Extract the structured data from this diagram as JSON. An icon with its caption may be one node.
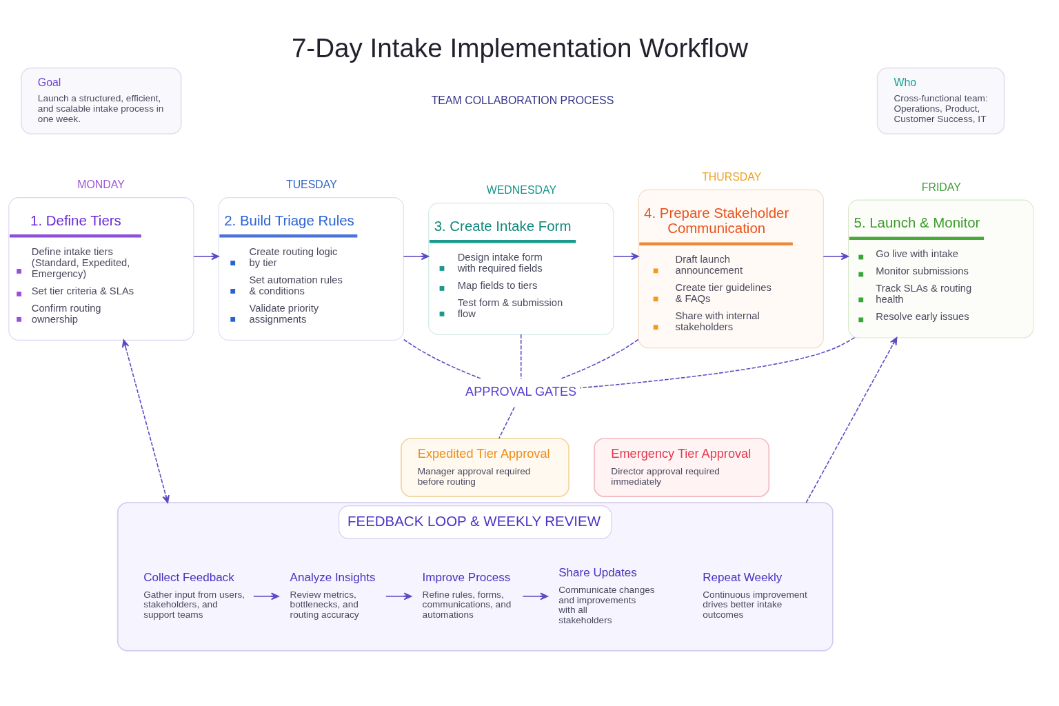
{
  "diagram": {
    "title": "7-Day Intake Implementation Workflow",
    "nodes": [
      {
        "text": [
          "Goal",
          "Launch a structured, efficient, and scalable intake process in one week."
        ]
      },
      {
        "text": [
          "Who",
          "Cross-functional team: Operations, Product, Customer Success, IT"
        ]
      },
      {
        "text": [
          "MONDAY",
          "1. Define Tiers",
          "Define intake tiers (Standard, Expedited, Emergency)",
          "Set tier criteria & SLAs",
          "Confirm routing ownership"
        ]
      },
      {
        "text": [
          "TUESDAY",
          "2. Build Triage Rules",
          "Create routing logic by tier",
          "Set automation rules & conditions",
          "Validate priority assignments"
        ]
      },
      {
        "text": [
          "WEDNESDAY",
          "3. Create Intake Form",
          "Design intake form with required fields",
          "Map fields to tiers",
          "Test form & submission flow"
        ]
      },
      {
        "text": [
          "THURSDAY",
          "4. Prepare Stakeholder Communication",
          "Draft launch announcement",
          "Create tier guidelines & FAQs",
          "Share with internal stakeholders"
        ]
      },
      {
        "text": [
          "FRIDAY",
          "5. Launch & Monitor",
          "Go live with intake",
          "Monitor submissions",
          "Track SLAs & routing health",
          "Resolve early issues"
        ]
      },
      {
        "text": [
          "APPROVAL GATES"
        ]
      },
      {
        "text": [
          "Expedited Tier Approval",
          "Manager approval required before routing"
        ]
      },
      {
        "text": [
          "Emergency Tier Approval",
          "Director approval required immediately"
        ]
      },
      {
        "text": [
          "FEEDBACK LOOP & WEEKLY REVIEW"
        ]
      },
      {
        "text": [
          "Collect Feedback",
          "Gather input from users, stakeholders, and support teams"
        ],
        "in": 10
      },
      {
        "text": [
          "Analyze Insights",
          "Review metrics, bottlenecks, and routing accuracy"
        ],
        "in": 10
      },
      {
        "text": [
          "Improve Process",
          "Refine rules, forms, communications, and automations"
        ],
        "in": 10
      },
      {
        "text": [
          "Share Updates",
          "Communicate changes and improvements with all stakeholders"
        ],
        "in": 10
      },
      {
        "text": [
          "Repeat Weekly",
          "Continuous improvement drives better intake outcomes"
        ],
        "in": 10
      }
    ],
    "edges": [
      {
        "from": 2,
        "to": 3,
        "arrow": "to"
      },
      {
        "from": 3,
        "to": 4,
        "arrow": "to"
      },
      {
        "from": 4,
        "to": 5,
        "arrow": "to"
      },
      {
        "from": 5,
        "to": 6,
        "arrow": "to"
      },
      {
        "from": 3,
        "to": 7,
        "arrow": "none",
        "style": "dashed"
      },
      {
        "from": 4,
        "to": 7,
        "arrow": "none",
        "style": "dashed"
      },
      {
        "from": 5,
        "to": 7,
        "arrow": "none",
        "style": "dashed"
      },
      {
        "from": 6,
        "to": 7,
        "arrow": "none",
        "style": "dashed"
      },
      {
        "from": 7,
        "to": 8,
        "arrow": "none",
        "style": "dashed"
      },
      {
        "from": 2,
        "to": 10,
        "arrow": "both",
        "style": "dashed"
      },
      {
        "from": 10,
        "to": 6,
        "arrow": "to",
        "style": "dashed"
      },
      {
        "from": 11,
        "to": 12,
        "arrow": "to"
      },
      {
        "from": 12,
        "to": 13,
        "arrow": "to"
      },
      {
        "from": 13,
        "to": 14,
        "arrow": "to"
      }
    ],
    "labels": [
      "TEAM COLLABORATION PROCESS"
    ]
  }
}
